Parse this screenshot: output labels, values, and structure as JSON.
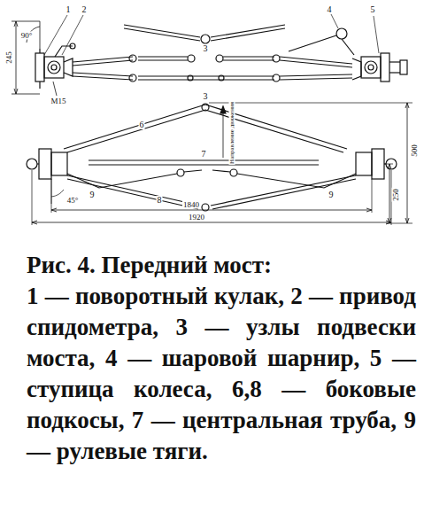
{
  "diagram": {
    "title": "Рис. 4. Передний мост:",
    "caption": "1 — поворотный кулак, 2 — привод спидометра, 3 — узлы подвески моста, 4 — шаровой шарнир, 5 — ступица колеса, 6,8 — боковые подкосы, 7 — центральная труба, 9 — рулевые тяги.",
    "labels": [
      "90°",
      "245",
      "1",
      "2",
      "3",
      "4",
      "5",
      "М15",
      "3",
      "6",
      "Направление движения",
      "7",
      "500",
      "250",
      "9",
      "9",
      "8",
      "1840",
      "45°",
      "1920"
    ]
  }
}
